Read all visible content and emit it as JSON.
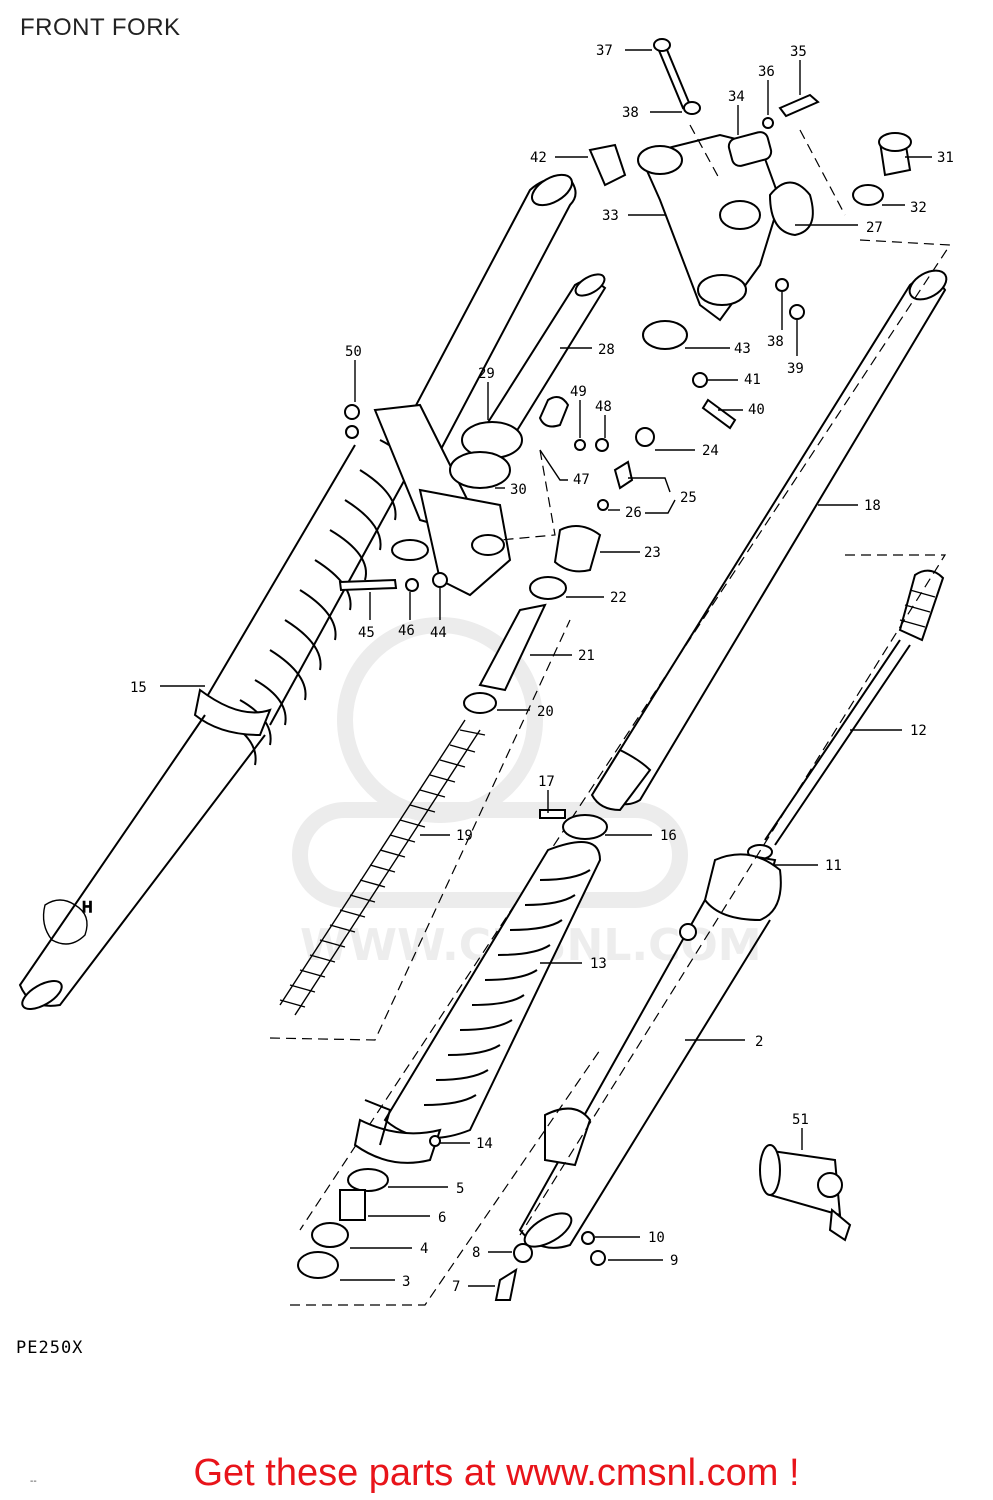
{
  "header": {
    "title": "FRONT FORK"
  },
  "footer": {
    "model_code": "PE250X",
    "cta": "Get these parts at www.cmsnl.com !",
    "mark": "--"
  },
  "watermark": {
    "text": "WWW.CMSNL.COM"
  },
  "colors": {
    "cta": "#e8141a",
    "line": "#000000"
  },
  "callouts": [
    {
      "id": "37",
      "label": "37"
    },
    {
      "id": "36",
      "label": "36"
    },
    {
      "id": "35",
      "label": "35"
    },
    {
      "id": "34",
      "label": "34"
    },
    {
      "id": "38a",
      "label": "38"
    },
    {
      "id": "31",
      "label": "31"
    },
    {
      "id": "42",
      "label": "42"
    },
    {
      "id": "32",
      "label": "32"
    },
    {
      "id": "33",
      "label": "33"
    },
    {
      "id": "27",
      "label": "27"
    },
    {
      "id": "43",
      "label": "43"
    },
    {
      "id": "38b",
      "label": "38"
    },
    {
      "id": "39",
      "label": "39"
    },
    {
      "id": "41",
      "label": "41"
    },
    {
      "id": "40",
      "label": "40"
    },
    {
      "id": "50",
      "label": "50"
    },
    {
      "id": "28",
      "label": "28"
    },
    {
      "id": "29",
      "label": "29"
    },
    {
      "id": "49",
      "label": "49"
    },
    {
      "id": "48",
      "label": "48"
    },
    {
      "id": "24",
      "label": "24"
    },
    {
      "id": "47",
      "label": "47"
    },
    {
      "id": "30",
      "label": "30"
    },
    {
      "id": "25",
      "label": "25"
    },
    {
      "id": "26",
      "label": "26"
    },
    {
      "id": "18",
      "label": "18"
    },
    {
      "id": "23",
      "label": "23"
    },
    {
      "id": "22",
      "label": "22"
    },
    {
      "id": "45",
      "label": "45"
    },
    {
      "id": "46",
      "label": "46"
    },
    {
      "id": "44",
      "label": "44"
    },
    {
      "id": "21",
      "label": "21"
    },
    {
      "id": "15",
      "label": "15"
    },
    {
      "id": "20",
      "label": "20"
    },
    {
      "id": "12",
      "label": "12"
    },
    {
      "id": "17",
      "label": "17"
    },
    {
      "id": "16",
      "label": "16"
    },
    {
      "id": "19",
      "label": "19"
    },
    {
      "id": "11",
      "label": "11"
    },
    {
      "id": "13",
      "label": "13"
    },
    {
      "id": "2",
      "label": "2"
    },
    {
      "id": "51",
      "label": "51"
    },
    {
      "id": "14",
      "label": "14"
    },
    {
      "id": "5",
      "label": "5"
    },
    {
      "id": "6",
      "label": "6"
    },
    {
      "id": "4",
      "label": "4"
    },
    {
      "id": "3",
      "label": "3"
    },
    {
      "id": "10",
      "label": "10"
    },
    {
      "id": "8",
      "label": "8"
    },
    {
      "id": "9",
      "label": "9"
    },
    {
      "id": "7",
      "label": "7"
    }
  ]
}
